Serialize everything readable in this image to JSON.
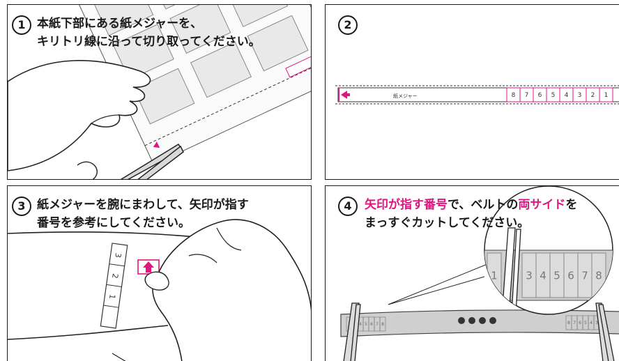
{
  "step1": {
    "number": "1",
    "line1": "本紙下部にある紙メジャーを、",
    "line2": "キリトリ線に沿って切り取ってください。"
  },
  "step2": {
    "number": "2",
    "tape_label": "紙メジャー",
    "tape_numbers": [
      "8",
      "7",
      "6",
      "5",
      "4",
      "3",
      "2",
      "1"
    ]
  },
  "step3": {
    "number": "3",
    "line1": "紙メジャーを腕にまわして、矢印が指す",
    "line2": "番号を参考にしてください。",
    "wrap_numbers": [
      "3",
      "2",
      "1"
    ]
  },
  "step4": {
    "number": "4",
    "line1_a": "矢印が指す番号",
    "line1_b": "で、ベルトの",
    "line1_c": "両サイド",
    "line1_d": "を",
    "line2": "まっすぐカットしてください。",
    "zoom_numbers": [
      "1",
      "3",
      "4",
      "5",
      "6",
      "7",
      "8"
    ],
    "belt_left_numbers": [
      "1",
      "3",
      "4",
      "5",
      "6",
      "7",
      "8"
    ],
    "belt_right_numbers": [
      "8",
      "7",
      "6",
      "5",
      "4",
      "3"
    ]
  },
  "colors": {
    "accent": "#e0157f",
    "ink": "#1a1a1a",
    "belt": "#cfcfcf"
  }
}
